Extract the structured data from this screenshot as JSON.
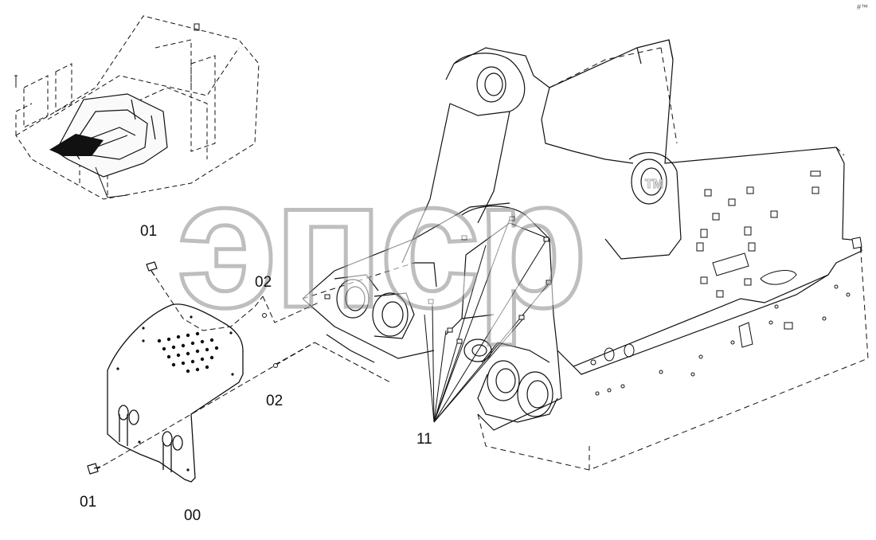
{
  "diagram": {
    "callouts": [
      {
        "id": "c01a",
        "label": "01"
      },
      {
        "id": "c02a",
        "label": "02"
      },
      {
        "id": "c02b",
        "label": "02"
      },
      {
        "id": "c01b",
        "label": "01"
      },
      {
        "id": "c00",
        "label": "00"
      },
      {
        "id": "c11",
        "label": "11"
      }
    ],
    "watermark": "эпср",
    "trademark": "TM",
    "corner_mark": "#™"
  },
  "colors": {
    "line": "#111111",
    "watermark_stroke": "#8a8a8a",
    "background": "#ffffff"
  }
}
